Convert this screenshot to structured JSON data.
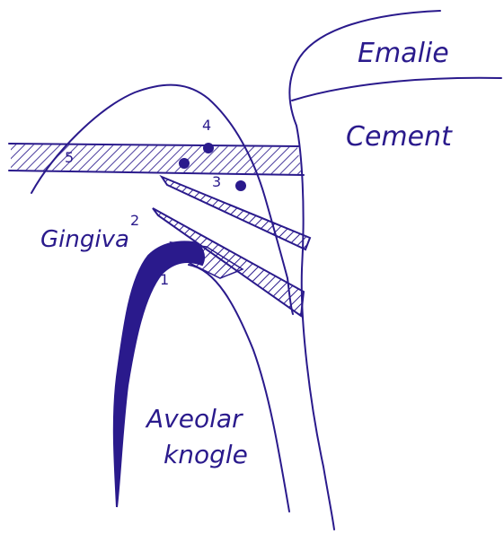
{
  "labels": {
    "enamel": "Emalie",
    "cementum": "Cement",
    "gingiva": "Gingiva",
    "bone_line1": "Aveolar",
    "bone_line2": "knogle"
  },
  "numbers": {
    "n1": "1",
    "n2": "2",
    "n3": "3",
    "n4": "4",
    "n5": "5"
  },
  "colors": {
    "ink": "#2a1a8c",
    "background": "#ffffff"
  }
}
